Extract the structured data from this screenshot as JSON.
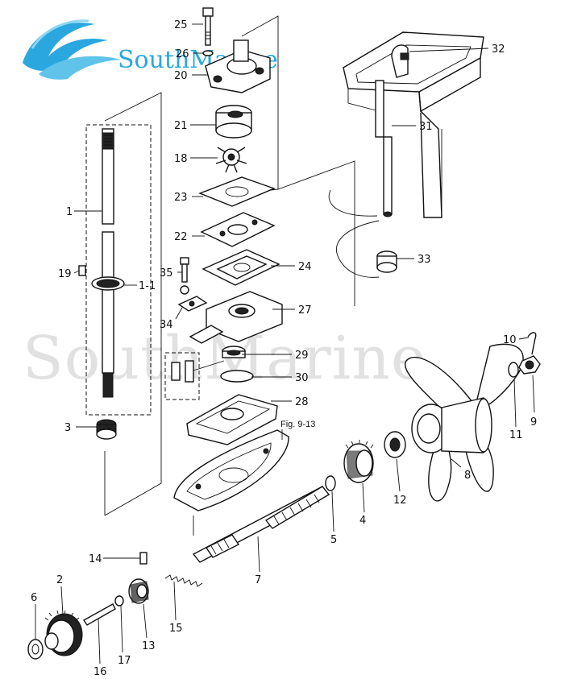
{
  "brand": {
    "name": "SouthMarine",
    "logo_color": "#2aa7df"
  },
  "watermark": {
    "text": "SouthMarine"
  },
  "reference": {
    "text": "Fig. 9-13"
  },
  "callouts": [
    "25",
    "26",
    "20",
    "21",
    "18",
    "23",
    "22",
    "35",
    "24",
    "34",
    "27",
    "29",
    "30",
    "28",
    "1",
    "19",
    "1-1",
    "3",
    "32",
    "31",
    "33",
    "10",
    "9",
    "11",
    "8",
    "12",
    "4",
    "5",
    "7",
    "14",
    "15",
    "2",
    "6",
    "13",
    "17",
    "16"
  ]
}
